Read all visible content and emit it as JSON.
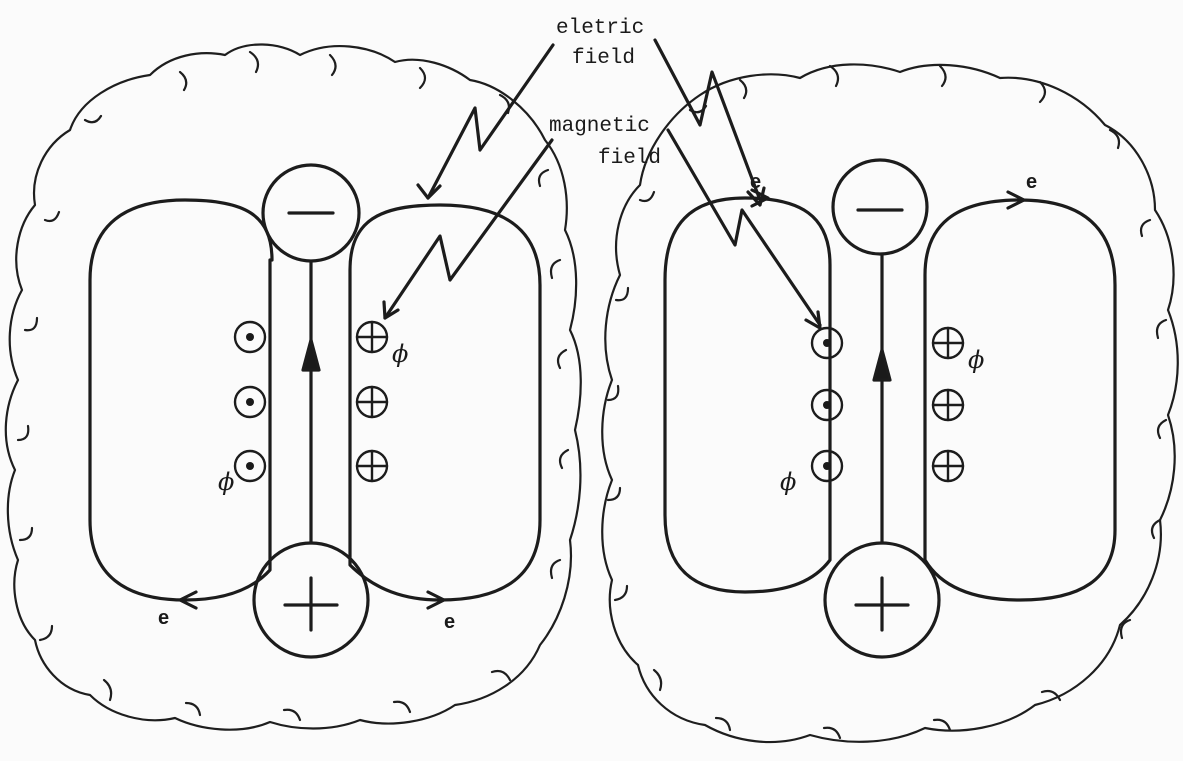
{
  "annotations": {
    "electric_field_line1": "eletric",
    "electric_field_line2": "field",
    "magnetic_field_line1": "magnetic",
    "magnetic_field_line2": "field"
  },
  "left_dipole": {
    "top_charge": "—",
    "bottom_charge": "+",
    "electron_left": "e",
    "electron_right": "e",
    "phi_symbol": "ϕ",
    "phi_symbol_right": "ϕ"
  },
  "right_dipole": {
    "top_charge": "—",
    "bottom_charge": "+",
    "electron_top_left": "e",
    "electron_top_right": "e",
    "phi_symbol": "ϕ",
    "phi_symbol_right": "ϕ"
  }
}
